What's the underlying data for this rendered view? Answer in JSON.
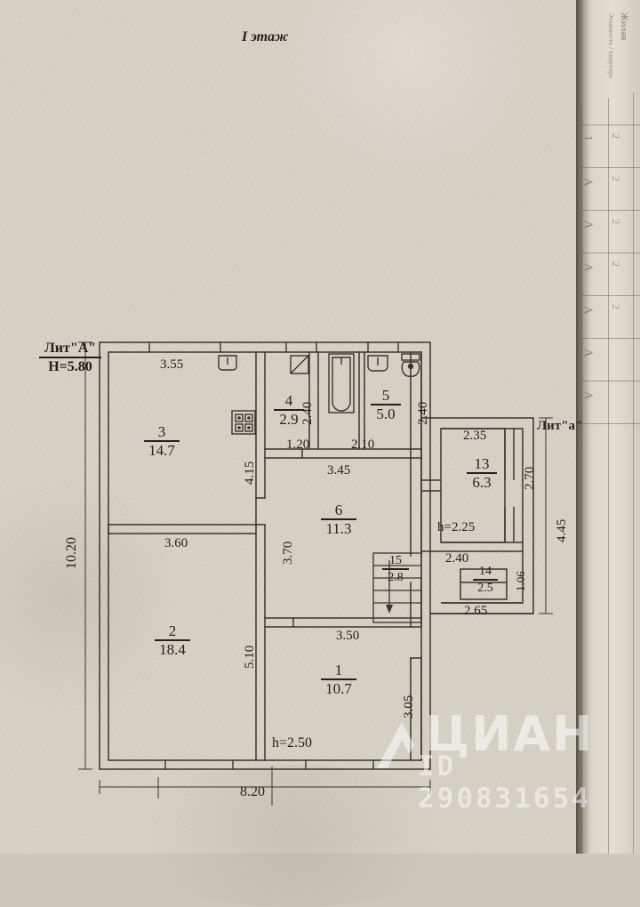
{
  "document": {
    "title": "I этаж",
    "watermark": {
      "brand": "ЦИАН",
      "id": "ID 290831654"
    }
  },
  "literals": [
    {
      "name": "lit-a-upper",
      "top": "Лит\"А\"",
      "bottom": "H=5.80"
    },
    {
      "name": "lit-a-lower",
      "label": "Лит\"а\""
    }
  ],
  "ceiling_heights": [
    {
      "name": "room-13-height",
      "value": "h=2.25"
    },
    {
      "name": "room-1-height",
      "value": "h=2.50"
    }
  ],
  "rooms": [
    {
      "number": "1",
      "area": "10.7"
    },
    {
      "number": "2",
      "area": "18.4"
    },
    {
      "number": "3",
      "area": "14.7"
    },
    {
      "number": "4",
      "area": "2.9"
    },
    {
      "number": "5",
      "area": "5.0"
    },
    {
      "number": "6",
      "area": "11.3"
    },
    {
      "number": "13",
      "area": "6.3"
    },
    {
      "number": "14",
      "area": "2.5"
    },
    {
      "number": "15",
      "area": "2.8"
    }
  ],
  "dimensions": {
    "exterior": {
      "left_overall": "10.20",
      "bottom_overall": "8.20"
    },
    "horizontal": {
      "room3_top": "3.55",
      "room4_bottom": "1.20",
      "room5_bottom": "2.10",
      "corridor_top": "3.45",
      "room2_top": "3.60",
      "room1_top": "3.50",
      "room13_top": "2.35",
      "annex_mid": "2.40",
      "annex_bottom": "2.65"
    },
    "vertical": {
      "kitchen": "4.15",
      "bath_left": "2.40",
      "bath_right": "2.40",
      "corridor": "3.70",
      "room2": "5.10",
      "room1_right": "3.05",
      "room13": "2.70",
      "annex_outer": "4.45",
      "room14_right": "1.06"
    }
  },
  "fixtures": [
    {
      "name": "stove-icon",
      "label": "stove"
    },
    {
      "name": "sink-icon-1",
      "label": "sink"
    },
    {
      "name": "window-icon",
      "label": "window"
    },
    {
      "name": "bathtub-icon",
      "label": "bathtub"
    },
    {
      "name": "sink-icon-2",
      "label": "sink"
    },
    {
      "name": "toilet-icon",
      "label": "toilet"
    },
    {
      "name": "stairs-icon",
      "label": "stairs-down"
    }
  ]
}
